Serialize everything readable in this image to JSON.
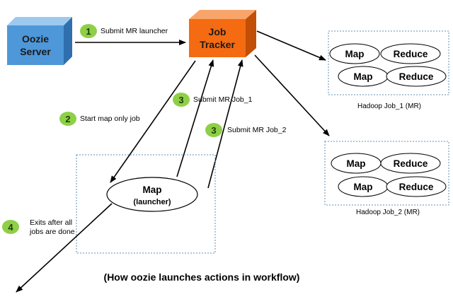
{
  "colors": {
    "oozie_front": "#4e97d9",
    "oozie_top": "#9ec9ee",
    "oozie_side": "#2f6fae",
    "tracker_front": "#f46b12",
    "tracker_top": "#f9a56a",
    "tracker_side": "#c24f05",
    "step_badge": "#8fcf47",
    "cluster_border": "#5f8fb3"
  },
  "oozie_server": {
    "line1": "Oozie",
    "line2": "Server"
  },
  "job_tracker": {
    "line1": "Job",
    "line2": "Tracker"
  },
  "steps": {
    "s1": {
      "num": "1",
      "label": "Submit MR launcher"
    },
    "s2": {
      "num": "2",
      "label": "Start map only job"
    },
    "s3a": {
      "num": "3",
      "label": "Submit MR   Job_1"
    },
    "s3b": {
      "num": "3",
      "label": "Submit MR   Job_2"
    },
    "s4": {
      "num": "4",
      "line1": "Exits after all",
      "line2": "jobs  are done"
    }
  },
  "job1": {
    "map_top": "Map",
    "reduce_top": "Reduce",
    "map_bottom": "Map",
    "reduce_bottom": "Reduce",
    "caption": "Hadoop Job_1 (MR)"
  },
  "job2": {
    "map_top": "Map",
    "reduce_top": "Reduce",
    "map_bottom": "Map",
    "reduce_bottom": "Reduce",
    "caption": "Hadoop Job_2 (MR)"
  },
  "launcher": {
    "line1": "Map",
    "line2": "(launcher)"
  },
  "title": "(How oozie launches actions in workflow)"
}
